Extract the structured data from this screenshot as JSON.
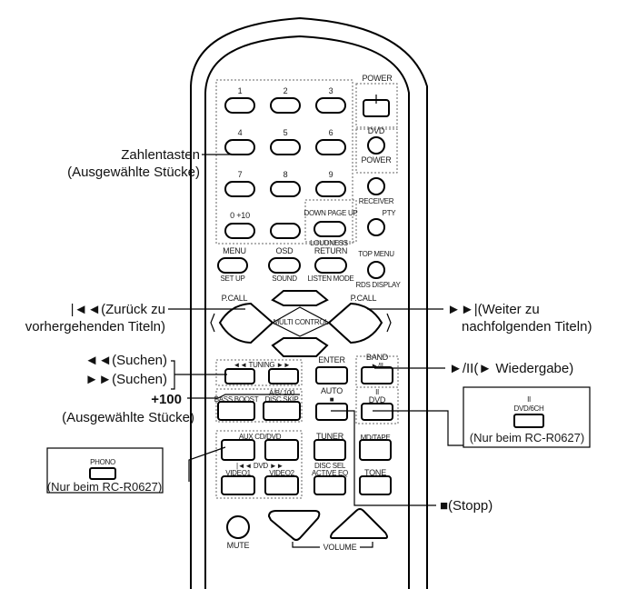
{
  "remote": {
    "power": "POWER",
    "digits": [
      "1",
      "2",
      "3",
      "4",
      "5",
      "6",
      "7",
      "8",
      "9"
    ],
    "zero_ten": "0 +10",
    "dvd": "DVD",
    "dvd_power": "POWER",
    "receiver": "RECEIVER",
    "down_page_up": "DOWN PAGE UP",
    "pty": "PTY",
    "loudness": "LOUDNESS",
    "top_menu": "TOP MENU",
    "menu": "MENU",
    "osd": "OSD",
    "return": "RETURN",
    "setup": "SET UP",
    "sound": "SOUND",
    "listen_mode": "LISTEN MODE",
    "rds_display": "RDS DISPLAY",
    "pcall_left": "P.CALL",
    "pcall_right": "P.CALL",
    "multi_control": "MULTI CONTROL",
    "tuning": "◄◄ TUNING ►►",
    "enter": "ENTER",
    "band": "BAND",
    "play_pause": "►/II",
    "ab100": "A/B/ 100",
    "bass_boost": "BASS BOOST",
    "disc_skip": "DISC SKIP",
    "auto": "AUTO",
    "stop_sym": "■",
    "pause_sym": "II",
    "dvd2": "DVD",
    "aux_cd_dvd": "AUX CD/DVD",
    "tuner": "TUNER",
    "md_tape": "MD/TAPE",
    "dvd_video": "|◄◄  DVD  ►►",
    "video1": "VIDEO1",
    "video2": "VIDEO2",
    "disc_sel": "DISC SEL",
    "active_eq": "ACTIVE EQ",
    "tone": "TONE",
    "mute": "MUTE",
    "volume": "VOLUME"
  },
  "callouts": {
    "zahlen_1": "Zahlentasten",
    "zahlen_2": "(Ausgewählte Stücke)",
    "prev_1": "|◄◄(Zurück zu",
    "prev_2": "vorhergehenden Titeln)",
    "next_1": "►►|(Weiter zu",
    "next_2": "nachfolgenden Titeln)",
    "search_back": "◄◄(Suchen)",
    "search_fwd": "►►(Suchen)",
    "play": "►/II(► Wiedergabe)",
    "plus100": "+100",
    "plus100_2": "(Ausgewählte Stücke)",
    "stop": "■(Stopp)"
  },
  "inset_left": {
    "button": "PHONO",
    "note": "(Nur beim RC-R0627)"
  },
  "inset_right": {
    "pause": "II",
    "button": "DVD/6CH",
    "note": "(Nur beim RC-R0627)"
  }
}
